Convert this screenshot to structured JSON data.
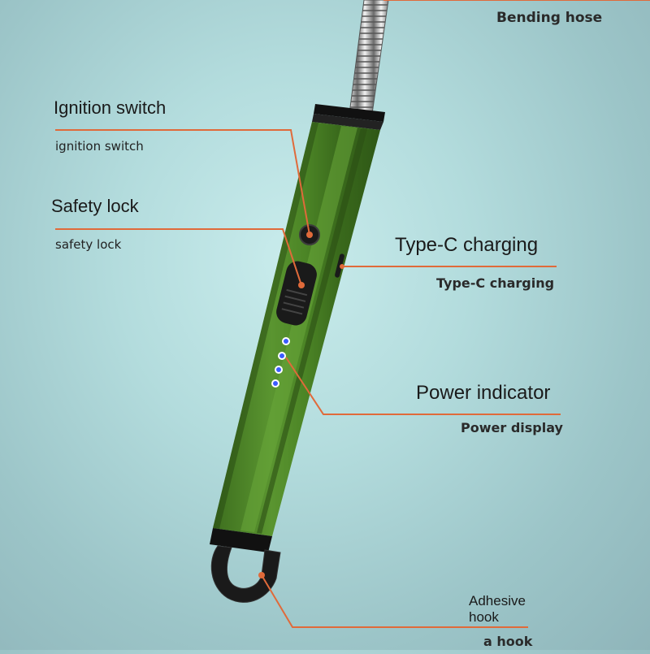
{
  "callouts": {
    "bending_hose": {
      "title": "Bending hose"
    },
    "ignition_switch": {
      "title": "Ignition switch",
      "subtitle": "ignition switch"
    },
    "safety_lock": {
      "title": "Safety lock",
      "subtitle": "safety lock"
    },
    "typec_charging": {
      "title": "Type-C charging",
      "subtitle": "Type-C charging"
    },
    "power_indicator": {
      "title": "Power indicator",
      "subtitle": "Power display"
    },
    "adhesive_hook": {
      "title": "Adhesive hook",
      "subtitle": "a hook"
    }
  },
  "colors": {
    "body_green": "#4f8a2a",
    "leader_line": "#e06a3a",
    "led_blue": "#3b5bff"
  },
  "product": {
    "led_count": 4
  }
}
